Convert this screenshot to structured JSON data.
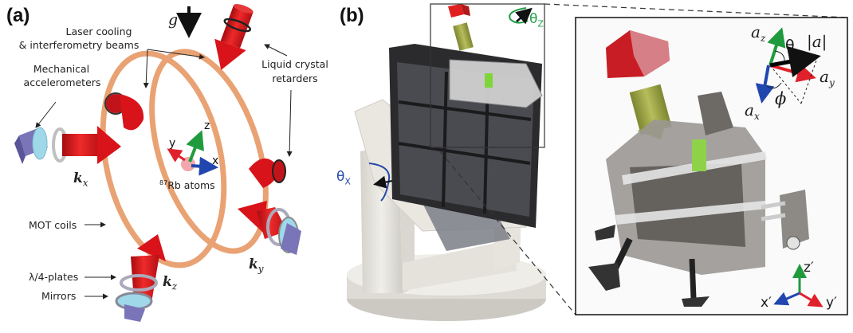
{
  "panel_a": {
    "label": "(a)",
    "gravity": "g",
    "labels": {
      "laser_line1": "Laser cooling",
      "laser_line2": "& interferometry beams",
      "mech_line1": "Mechanical",
      "mech_line2": "accelerometers",
      "lc_line1": "Liquid crystal",
      "lc_line2": "retarders",
      "atoms": "Rb atoms",
      "atoms_sup": "87",
      "mot": "MOT coils",
      "plates": "λ/4-plates",
      "mirrors": "Mirrors"
    },
    "beams": {
      "kx": "k",
      "kx_sub": "x",
      "ky": "k",
      "ky_sub": "y",
      "kz": "k",
      "kz_sub": "z"
    },
    "axes": {
      "x": "x",
      "y": "y",
      "z": "z"
    },
    "colors": {
      "beam": "#d8141a",
      "coil": "#e9a273",
      "mirror": "#7a74b8",
      "ring": "#9fd8e8",
      "atom": "#f2a7ad"
    }
  },
  "panel_b": {
    "label": "(b)",
    "theta_z": "θ",
    "theta_z_sub": "Z",
    "theta_x": "θ",
    "theta_x_sub": "X",
    "colors": {
      "theta_z": "#23a04a",
      "theta_x": "#2448a8"
    }
  },
  "inset": {
    "vector_labels": {
      "az": "a",
      "az_sub": "z",
      "ax": "a",
      "ax_sub": "x",
      "ay": "a",
      "ay_sub": "y",
      "mag": "|a|",
      "theta": "θ",
      "phi": "ϕ"
    },
    "axes": {
      "x": "x′",
      "y": "y′",
      "z": "z′"
    },
    "colors": {
      "x": "#2146b0",
      "y": "#e0202a",
      "z": "#1f9b3e",
      "mag": "#000000"
    }
  }
}
